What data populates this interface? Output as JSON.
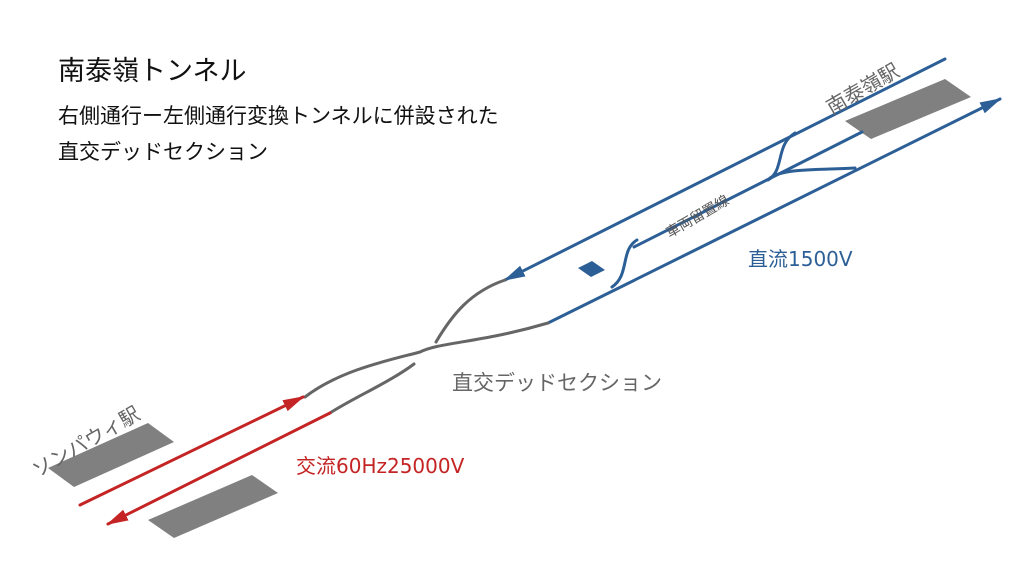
{
  "title": "南泰嶺トンネル",
  "subtitle": {
    "line1": "右側通行ー左側通行変換トンネルに併設された",
    "line2": "直交デッドセクション"
  },
  "labels": {
    "station_north": "南泰嶺駅",
    "station_south": "ソンパウィ駅",
    "siding": "車両留置線",
    "dc": "直流1500V",
    "ac": "交流60Hz25000V",
    "dead_section": "直交デッドセクション"
  },
  "colors": {
    "dc": "#2d5f97",
    "ac": "#c42424",
    "dead_section": "#666666",
    "platform": "#808080",
    "text": "#111111"
  }
}
